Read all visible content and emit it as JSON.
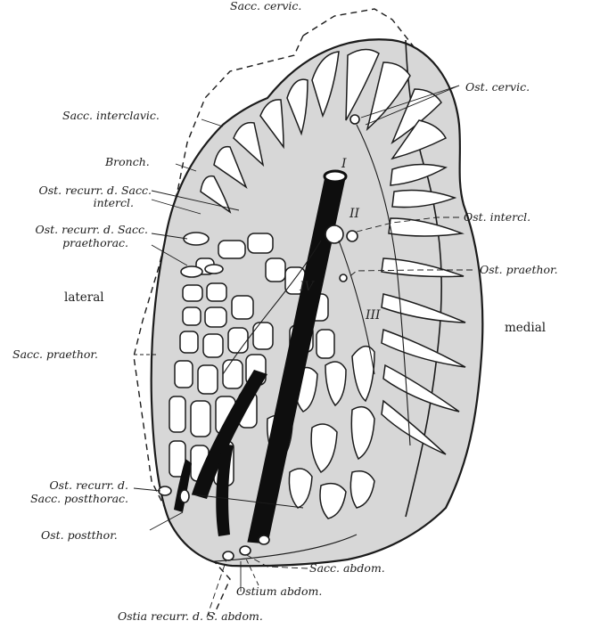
{
  "labels": {
    "sacc_cervic": "Sacc. cervic.",
    "ost_cervic": "Ost. cervic.",
    "sacc_interclavic": "Sacc. interclavic.",
    "bronch": "Bronch.",
    "ost_recurr_interclav_1": "Ost. recurr. d. Sacc.",
    "ost_recurr_interclav_2": "intercl.",
    "ost_intercl": "Ost. intercl.",
    "ost_recurr_praethor_1": "Ost. recurr. d. Sacc.",
    "ost_recurr_praethor_2": "praethorac.",
    "ost_praethor": "Ost. praethor.",
    "lateral": "lateral",
    "medial": "medial",
    "sacc_praethor": "Sacc. praethor.",
    "ost_recurr_postthor_1": "Ost. recurr. d.",
    "ost_recurr_postthor_2": "Sacc. postthorac.",
    "ost_postthor": "Ost. postthor.",
    "sacc_abdom": "Sacc. abdom.",
    "ostium_abdom": "Ostium abdom.",
    "ostia_recurr_abdom": "Ostia recurr. d. S. abdom."
  },
  "numerals": {
    "I": "I",
    "II": "II",
    "III": "III",
    "IV": "IV"
  },
  "colors": {
    "ink": "#1b1b1b",
    "parenchyma": "#d7d7d7",
    "bronchus": "#0e0e0e",
    "paper": "#ffffff"
  }
}
